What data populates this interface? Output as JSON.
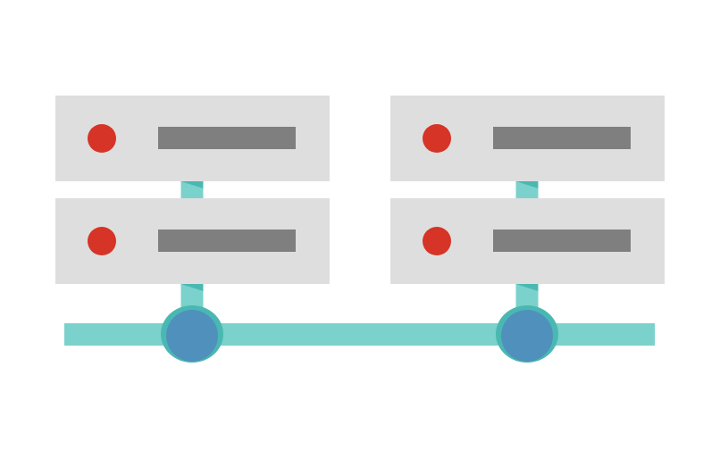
{
  "colors": {
    "server_body": "#dedede",
    "status_led": "#d63426",
    "drive_slot": "#7f7f7f",
    "cable": "#7bd1cb",
    "cable_shadow": "#4ab8b2",
    "node": "#4f91bc"
  },
  "servers": [
    {
      "rack": "left",
      "unit": "top"
    },
    {
      "rack": "left",
      "unit": "bottom"
    },
    {
      "rack": "right",
      "unit": "top"
    },
    {
      "rack": "right",
      "unit": "bottom"
    }
  ]
}
